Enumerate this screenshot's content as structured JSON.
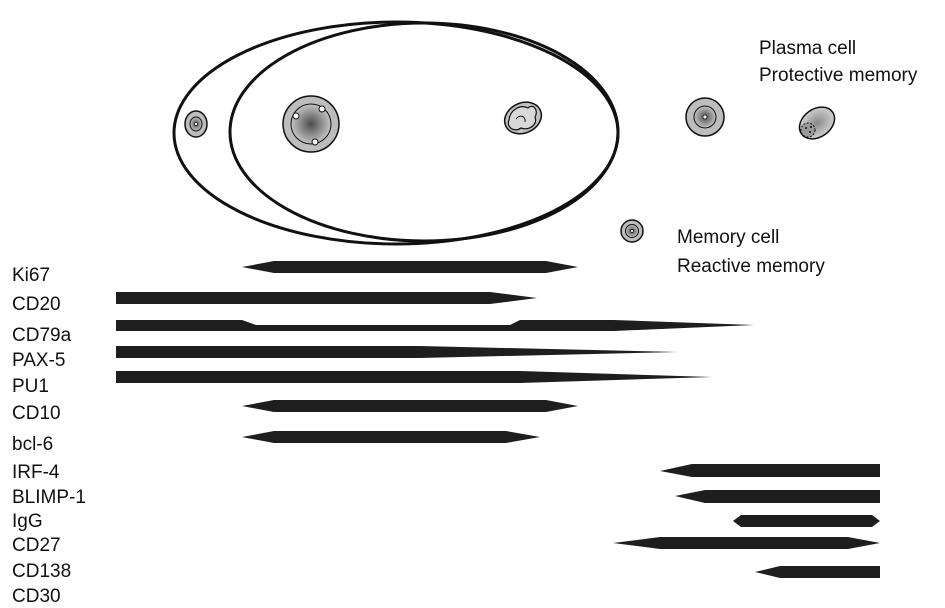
{
  "labels": {
    "plasma_cell": "Plasma cell",
    "protective_memory": "Protective memory",
    "memory_cell": "Memory cell",
    "reactive_memory": "Reactive memory"
  },
  "markers": [
    "Ki67",
    "CD20",
    "CD79a",
    "PAX-5",
    "PU1",
    "CD10",
    "bcl-6",
    "IRF-4",
    "BLIMP-1",
    "IgG",
    "CD27",
    "CD138",
    "CD30"
  ],
  "colors": {
    "band": "#1e1e1e",
    "outline": "#111111",
    "cell_fill": "#a8a8a8",
    "nucleus": "#5a5a5a"
  }
}
